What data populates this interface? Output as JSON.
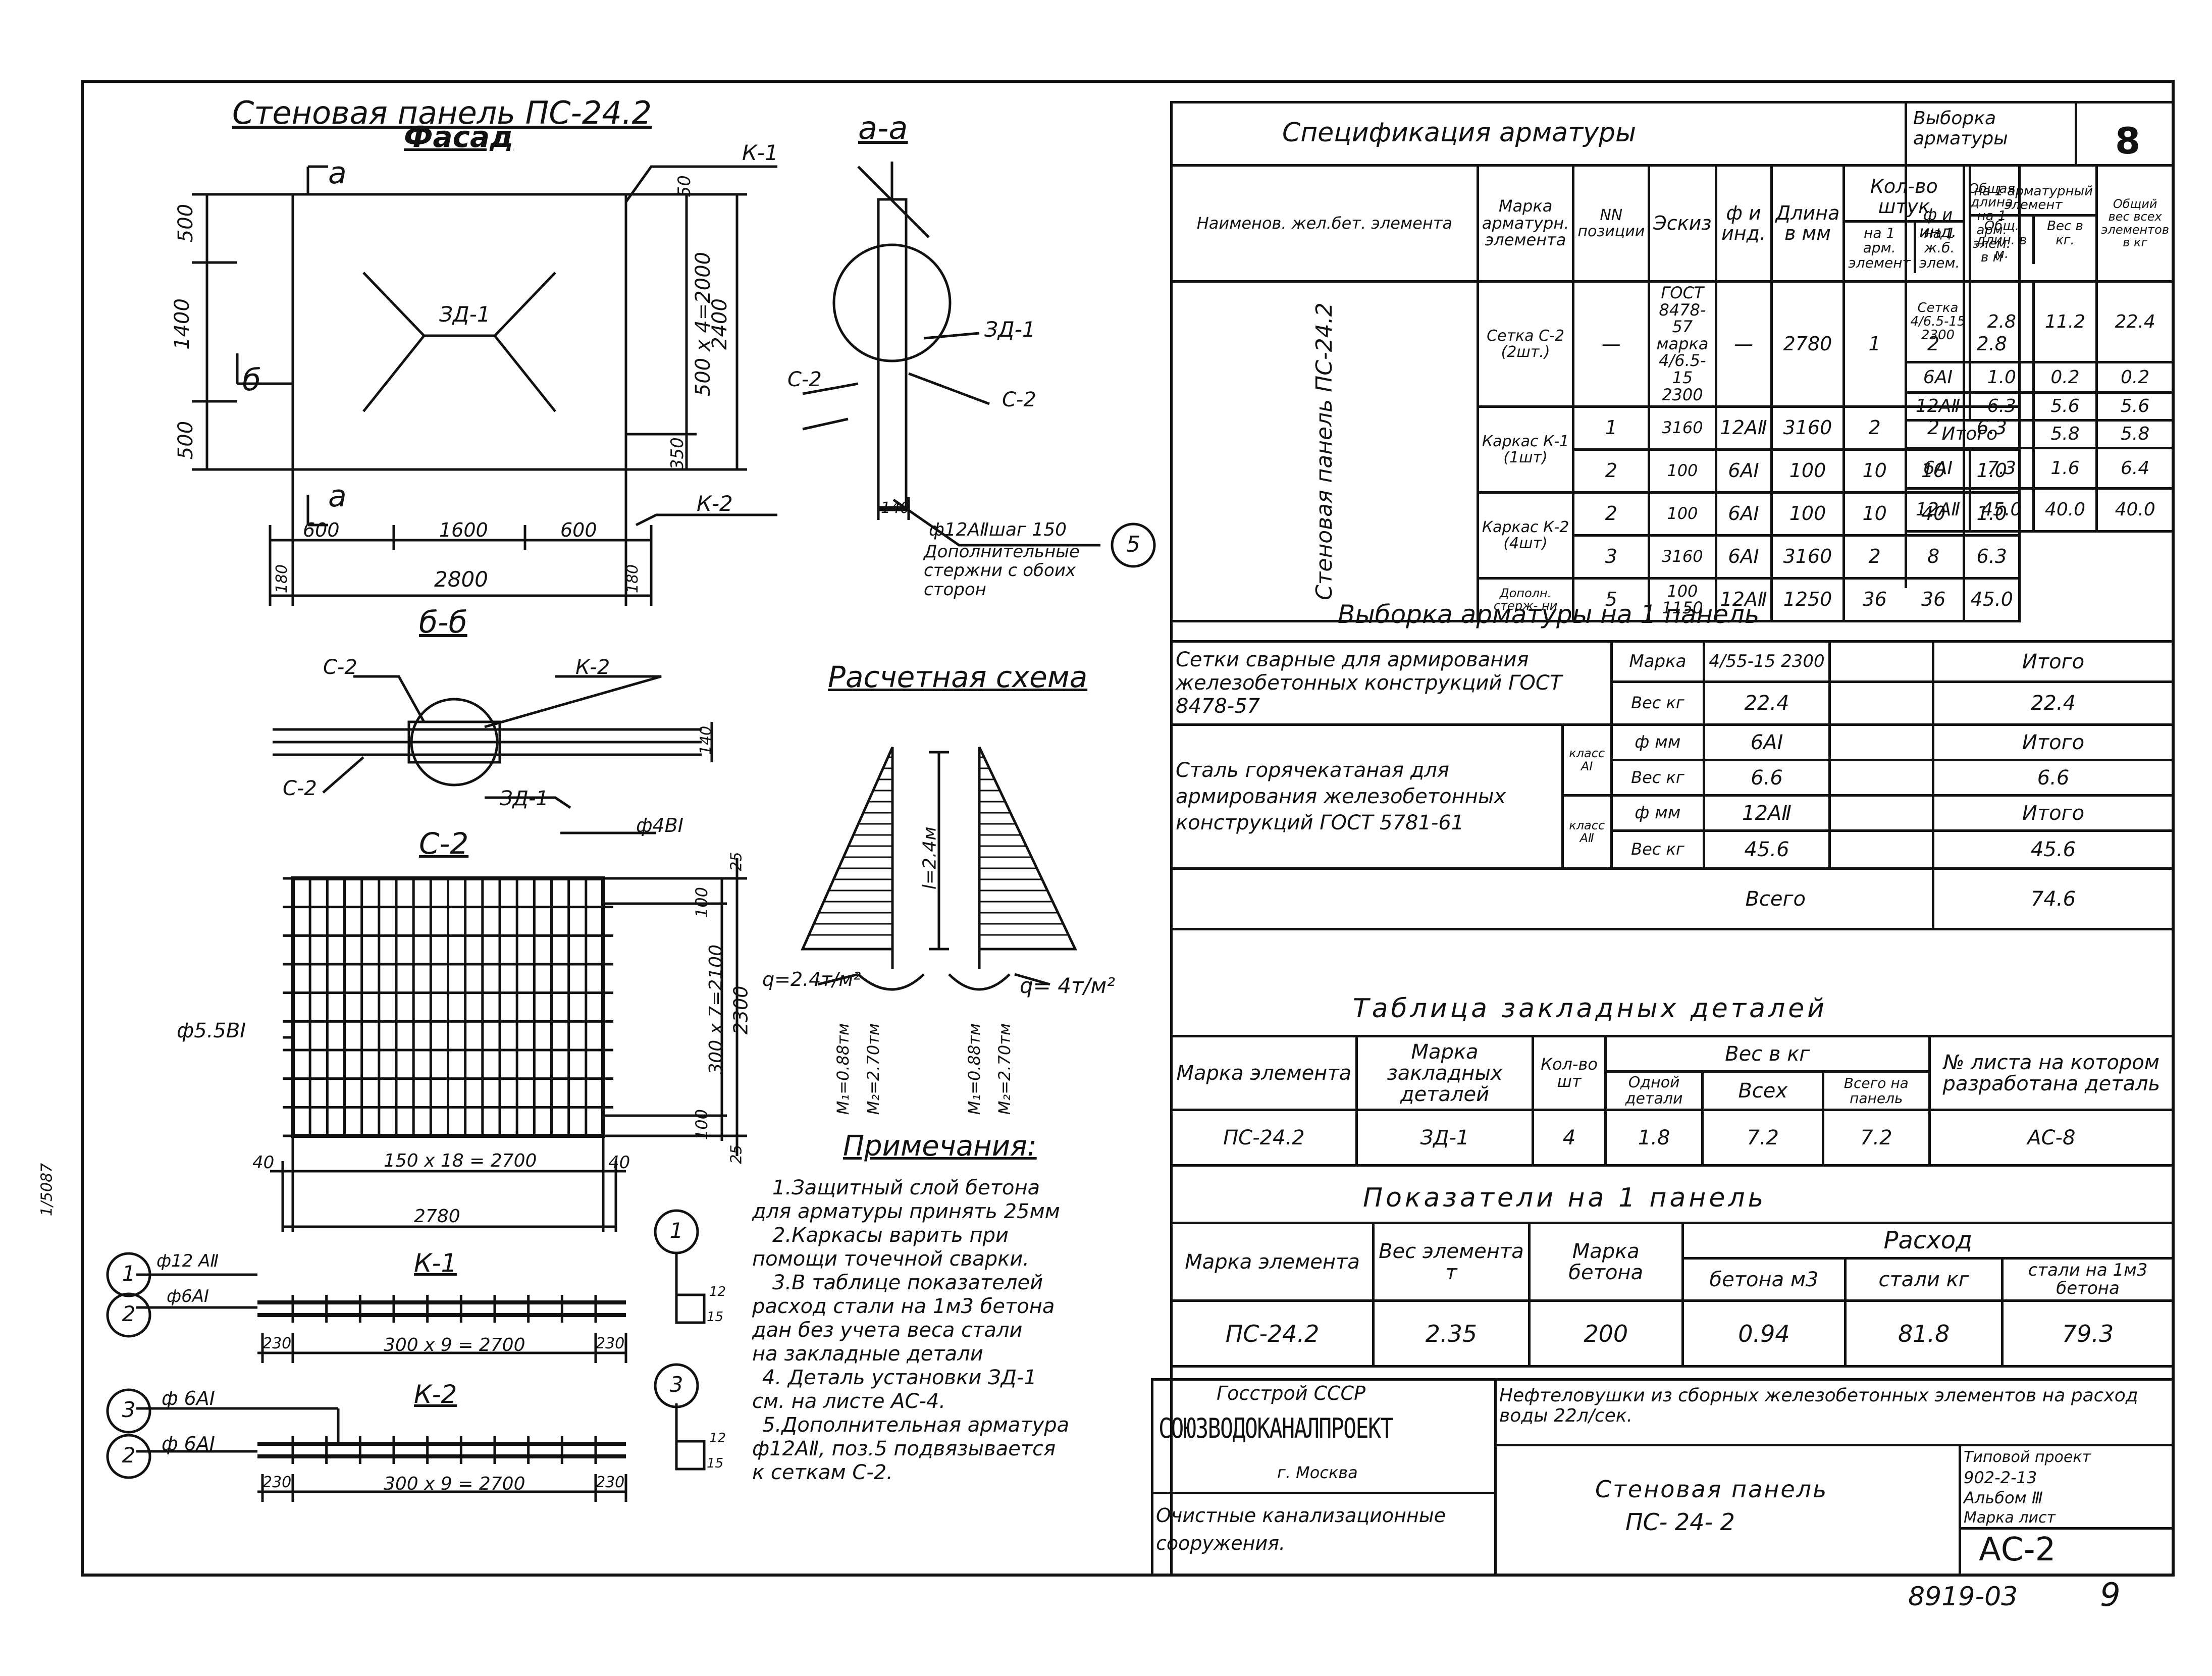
{
  "drawing": {
    "title": "Стеновая панель ПС-24.2",
    "facade_title": "Фасад",
    "section_aa": "а-а",
    "section_bb": "б-б",
    "c2_title": "С-2",
    "calc_scheme_title": "Расчетная схема",
    "notes_title": "Примечания:",
    "facade_dims": {
      "d500a": "500",
      "d1400": "1400",
      "d500b": "500",
      "d600a": "600",
      "d1600": "1600",
      "d600b": "600",
      "d2800": "2800",
      "d180a": "180",
      "d180b": "180",
      "d50": "50",
      "d2400": "2400",
      "d500x4": "500 x 4=2000",
      "d350": "350",
      "d140": "140",
      "cut_a_top": "а",
      "cut_a_bottom": "а",
      "cut_b": "б"
    },
    "facade_labels": {
      "k1": "К-1",
      "k2": "К-2",
      "zd1": "ЗД-1",
      "zd1b": "ЗД-1",
      "c2a": "С-2",
      "c2b": "С-2",
      "rods": "ф12АⅡшаг 150",
      "rods_note": "Дополнительные стержни с обоих сторон",
      "circle5": "5"
    },
    "bb_labels": {
      "c2a": "С-2",
      "k2": "К-2",
      "c2b": "С-2",
      "zd1": "ЗД-1",
      "d140": "140"
    },
    "c2_labels": {
      "phi4": "ф4ВⅠ",
      "phi55": "ф5.5ВⅠ",
      "d25a": "25",
      "d100a": "100",
      "d300x7": "300 x 7=2100",
      "d2300": "2300",
      "d100b": "100",
      "d25b": "25",
      "d40a": "40",
      "d150x18": "150 x 18 = 2700",
      "d40b": "40",
      "d2780": "2780"
    },
    "k_labels": {
      "k1": "К-1",
      "k2": "К-2",
      "c1": "1",
      "c2": "2",
      "c3": "3",
      "c2b": "2",
      "c1r": "1",
      "c3r": "3",
      "phi12": "ф12 АⅡ",
      "phi6a": "ф6АⅠ",
      "phi6b": "ф 6АⅠ",
      "phi6c": "ф 6АⅠ",
      "k1_dims": "300 x 9 = 2700",
      "k2_dims": "300 x 9 = 2700",
      "d230a": "230",
      "d230b": "230",
      "d230c": "230",
      "d230d": "230",
      "d12a": "12",
      "d12b": "12",
      "d15a": "15",
      "d15b": "15"
    },
    "calc_labels": {
      "l24": "l=2.4м",
      "q_left": "q=2.4т/м²",
      "q_right": "q= 4т/м²",
      "m1_left": "М₁=0.88тм",
      "m2_left": "М₂=2.70тм",
      "m1_right": "М₁=0.88тм",
      "m2_right": "М₂=2.70тм"
    },
    "notes": [
      "1.Защитный слой бетона",
      "для арматуры принять 25мм",
      "2.Каркасы варить при",
      "помощи точечной сварки.",
      "3.В таблице показателей",
      "расход стали на 1м3 бетона",
      "дан без учета веса стали",
      "на закладные детали",
      "4. Деталь установки ЗД-1",
      "см. на листе АС-4.",
      "5.Дополнительная арматура",
      "ф12АⅡ, поз.5 подвязывается",
      "к сеткам    С-2."
    ],
    "side_text": "1/5087"
  },
  "spec": {
    "title": "Спецификация арматуры",
    "headers": {
      "element": "Наименов. жел.бет. элемента",
      "mark": "Марка арматурн. элемента",
      "pos": "NN позиции",
      "sketch": "Эскиз",
      "phi": "ф и инд.",
      "length": "Длина в мм",
      "qty": "Кол-во штук",
      "qty1": "на 1 арм. элемент",
      "qty2": "на 1 ж.б. элем.",
      "total": "Общая длина на 1 арм. элем. в м"
    },
    "element_name": "Стеновая панель ПС-24.2",
    "rows": [
      {
        "mark": "Сетка С-2 (2шт.)",
        "pos": "—",
        "sketch": "ГОСТ 8478-57 марка 4/6.5-15 2300",
        "phi": "—",
        "len": "2780",
        "q1": "1",
        "q2": "2",
        "tot": "2.8"
      },
      {
        "mark": "Каркас К-1 (1шт)",
        "pos": "1",
        "sketch": "3160",
        "phi": "12АⅡ",
        "len": "3160",
        "q1": "2",
        "q2": "2",
        "tot": "6.3"
      },
      {
        "mark": "",
        "pos": "2",
        "sketch": "100",
        "phi": "6АⅠ",
        "len": "100",
        "q1": "10",
        "q2": "10",
        "tot": "1.0"
      },
      {
        "mark": "Каркас К-2 (4шт)",
        "pos": "2",
        "sketch": "100",
        "phi": "6АⅠ",
        "len": "100",
        "q1": "10",
        "q2": "40",
        "tot": "1.0"
      },
      {
        "mark": "",
        "pos": "3",
        "sketch": "3160",
        "phi": "6АⅠ",
        "len": "3160",
        "q1": "2",
        "q2": "8",
        "tot": "6.3"
      },
      {
        "mark": "Дополн. стерж- ни",
        "pos": "5",
        "sketch": "100 1150",
        "phi": "12АⅡ",
        "len": "1250",
        "q1": "36",
        "q2": "36",
        "tot": "45.0"
      }
    ]
  },
  "vyborka_small": {
    "title": "Выборка арматуры",
    "sheet_no": "8",
    "headers": {
      "phi": "ф и инд.",
      "per": "на 1 арматурный элемент",
      "len": "Общ. длин. в м.",
      "wt": "Вес в кг.",
      "total": "Общий вес всех элементов в кг"
    },
    "rows": [
      {
        "phi": "Сетка 4/6.5-15 2300",
        "len": "2.8",
        "wt": "11.2",
        "tot": "22.4"
      },
      {
        "phi": "6АⅠ",
        "len": "1.0",
        "wt": "0.2",
        "tot": "0.2"
      },
      {
        "phi": "12АⅡ",
        "len": "6.3",
        "wt": "5.6",
        "tot": "5.6"
      },
      {
        "phi": "Итого",
        "len": "",
        "wt": "5.8",
        "tot": "5.8"
      },
      {
        "phi": "6АⅠ",
        "len": "7.3",
        "wt": "1.6",
        "tot": "6.4"
      },
      {
        "phi": "12АⅡ",
        "len": "45.0",
        "wt": "40.0",
        "tot": "40.0"
      }
    ]
  },
  "vyborka": {
    "title": "Выборка арматуры на 1 панель",
    "mesh_desc": "Сетки сварные для армирования железобетонных конструкций ГОСТ 8478-57",
    "mark": "Марка",
    "mesh_mark": "4/55-15 2300",
    "itogo": "Итого",
    "ves": "Вес кг",
    "mesh_wt": "22.4",
    "mesh_total": "22.4",
    "steel_desc": "Сталь горячекатаная для армирования железобетонных конструкций ГОСТ 5781-61",
    "class1": "класс АⅠ",
    "class2": "класс АⅡ",
    "fmm": "ф мм",
    "a1_phi": "6АⅠ",
    "a1_wt": "6.6",
    "a1_total": "6.6",
    "a2_phi": "12АⅡ",
    "a2_wt": "45.6",
    "a2_total": "45.6",
    "vsego": "Всего",
    "vsego_val": "74.6"
  },
  "zd_table": {
    "title": "Таблица закладных деталей",
    "h_elem": "Марка элемента",
    "h_zd": "Марка закладных деталей",
    "h_qty": "Кол-во шт",
    "h_wt": "Вес в кг",
    "h_one": "Одной детали",
    "h_all": "Всех",
    "h_panel": "Всего на панель",
    "h_sheet": "№ листа на котором разработана деталь",
    "elem": "ПС-24.2",
    "zd": "ЗД-1",
    "qty": "4",
    "one": "1.8",
    "all": "7.2",
    "panel": "7.2",
    "sheet": "АС-8"
  },
  "indicators": {
    "title": "Показатели на 1 панель",
    "h_elem": "Марка элемента",
    "h_wt": "Вес элемента т",
    "h_conc": "Марка бетона",
    "h_rash": "Расход",
    "h_bet": "бетона м3",
    "h_st": "стали кг",
    "h_st1": "стали на 1м3 бетона",
    "elem": "ПС-24.2",
    "wt": "2.35",
    "conc": "200",
    "bet": "0.94",
    "st": "81.8",
    "st1": "79.3"
  },
  "stamp": {
    "org1": "Госстрой СССР",
    "org2": "СОЮЗВОДОКАНАЛПРОЕКТ",
    "city": "г. Москва",
    "facility": "Очистные канализационные сооружения.",
    "project": "Нефтеловушки из сборных железобетонных элементов на расход воды 22л/сек.",
    "sheet_title1": "Стеновая панель",
    "sheet_title2": "ПС- 24- 2",
    "typ": "Типовой проект",
    "typ_no": "902-2-13",
    "album": "Альбом Ⅲ",
    "mark_sheet": "Марка лист",
    "sheet": "АС-2",
    "inv": "8919-03",
    "page": "9"
  }
}
